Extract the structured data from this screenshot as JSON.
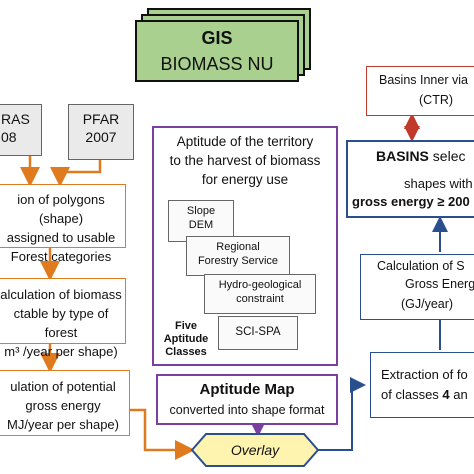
{
  "gis": {
    "title": "GIS",
    "subtitle": "BIOMASS NU"
  },
  "sources": {
    "left": {
      "line1": "RAS",
      "line2": "08"
    },
    "pfar": {
      "line1": "PFAR",
      "line2": "2007"
    }
  },
  "left_boxes": {
    "polygons": [
      "ion of polygons (shape)",
      "assigned to usable",
      "Forest categories"
    ],
    "biomass": [
      "alculation of biomass",
      "ctable by type of forest",
      "m³ /year per shape)"
    ],
    "energy": [
      "ulation of potential",
      "gross energy",
      "MJ/year per shape)"
    ]
  },
  "aptitude_panel": {
    "title": [
      "Aptitude of the territory",
      "to the harvest of biomass",
      "for energy use"
    ],
    "layers": {
      "slope": [
        "Slope",
        "DEM"
      ],
      "regional": [
        "Regional",
        "Forestry Service"
      ],
      "hydro": [
        "Hydro-geological",
        "constraint"
      ],
      "sci": "SCI-SPA"
    },
    "five_classes": [
      "Five",
      "Aptitude",
      "Classes"
    ]
  },
  "aptitude_map": {
    "title": "Aptitude Map",
    "subtitle": "converted into shape format"
  },
  "overlay": "Overlay",
  "right_boxes": {
    "ctr": {
      "line1": "Basins Inner via",
      "line2": "(CTR)"
    },
    "basins": {
      "bold": "BASINS",
      "rest": " selec",
      "line2": "shapes with",
      "line3": "gross energy ≥ 200"
    },
    "calc": {
      "line1": "Calculation of S",
      "line2": "Gross Energ",
      "line3": "(GJ/year)"
    },
    "extract": {
      "line1": "Extraction of fo",
      "line2_pre": "of classes ",
      "line2_bold": "4",
      "line2_post": " an"
    }
  },
  "colors": {
    "flag_green": "#a9d08e",
    "orange_arrow": "#e07a1f",
    "blue_arrow": "#2a4f8f",
    "purple": "#7a3fa0",
    "red": "#c0392b",
    "overlay_fill": "#fff3b0"
  }
}
